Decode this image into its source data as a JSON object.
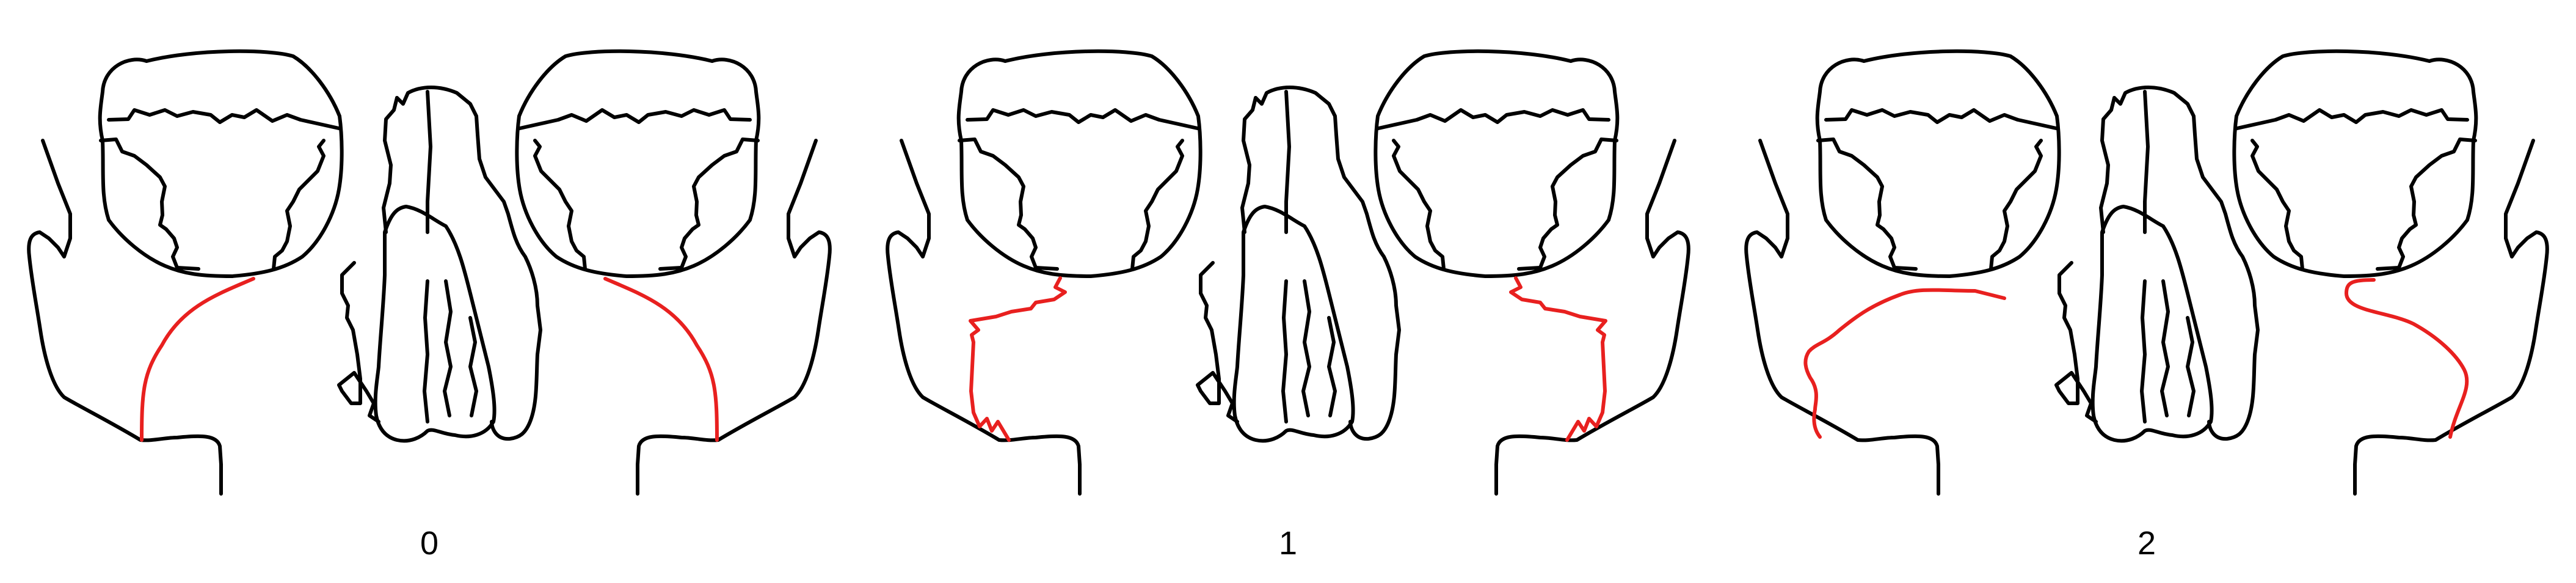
{
  "panels": [
    {
      "label": "0",
      "variant": "smooth"
    },
    {
      "label": "1",
      "variant": "zigzag"
    },
    {
      "label": "2",
      "variant": "curved"
    }
  ],
  "colors": {
    "outline": "#000000",
    "highlight": "#e8201f"
  }
}
